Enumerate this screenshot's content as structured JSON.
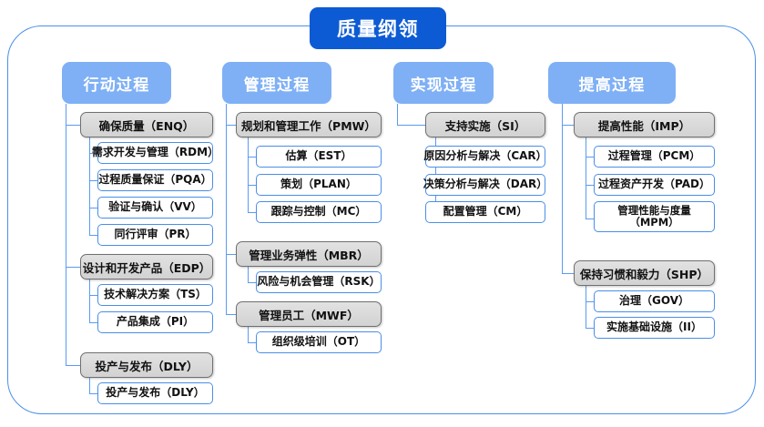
{
  "diagram": {
    "type": "hierarchy-tree",
    "root": {
      "label": "质量纲领"
    },
    "colors": {
      "root_fill": "#0d5bd4",
      "header_fill": "#7fb0f5",
      "group_fill": "#d9d9d9",
      "group_border": "#707070",
      "leaf_border": "#4a8ee8",
      "connector": "#5b9bf0",
      "frame_border": "#4a90e8",
      "text_dark": "#111111",
      "text_light": "#ffffff"
    },
    "columns": [
      {
        "header": "行动过程",
        "groups": [
          {
            "label": "确保质量（ENQ）",
            "children": [
              {
                "label": "需求开发与管理（RDM）"
              },
              {
                "label": "过程质量保证（PQA）"
              },
              {
                "label": "验证与确认（VV）"
              },
              {
                "label": "同行评审（PR）"
              }
            ]
          },
          {
            "label": "设计和开发产品（EDP）",
            "children": [
              {
                "label": "技术解决方案（TS）"
              },
              {
                "label": "产品集成（PI）"
              }
            ]
          },
          {
            "label": "投产与发布（DLY）",
            "children": [
              {
                "label": "投产与发布（DLY）"
              }
            ]
          }
        ]
      },
      {
        "header": "管理过程",
        "groups": [
          {
            "label": "规划和管理工作（PMW）",
            "children": [
              {
                "label": "估算（EST）"
              },
              {
                "label": "策划（PLAN）"
              },
              {
                "label": "跟踪与控制（MC）"
              }
            ]
          },
          {
            "label": "管理业务弹性（MBR）",
            "children": [
              {
                "label": "风险与机会管理（RSK）"
              }
            ]
          },
          {
            "label": "管理员工（MWF）",
            "children": [
              {
                "label": "组织级培训（OT）"
              }
            ]
          }
        ]
      },
      {
        "header": "实现过程",
        "groups": [
          {
            "label": "支持实施（SI）",
            "children": [
              {
                "label": "原因分析与解决（CAR）"
              },
              {
                "label": "决策分析与解决（DAR）"
              },
              {
                "label": "配置管理（CM）"
              }
            ]
          }
        ]
      },
      {
        "header": "提高过程",
        "groups": [
          {
            "label": "提高性能（IMP）",
            "children": [
              {
                "label": "过程管理（PCM）"
              },
              {
                "label": "过程资产开发（PAD）"
              },
              {
                "label": "管理性能与度量",
                "label2": "（MPM）",
                "two_line": true
              }
            ]
          },
          {
            "label": "保持习惯和毅力（SHP）",
            "children": [
              {
                "label": "治理（GOV）"
              },
              {
                "label": "实施基础设施（II）"
              }
            ]
          }
        ]
      }
    ]
  }
}
